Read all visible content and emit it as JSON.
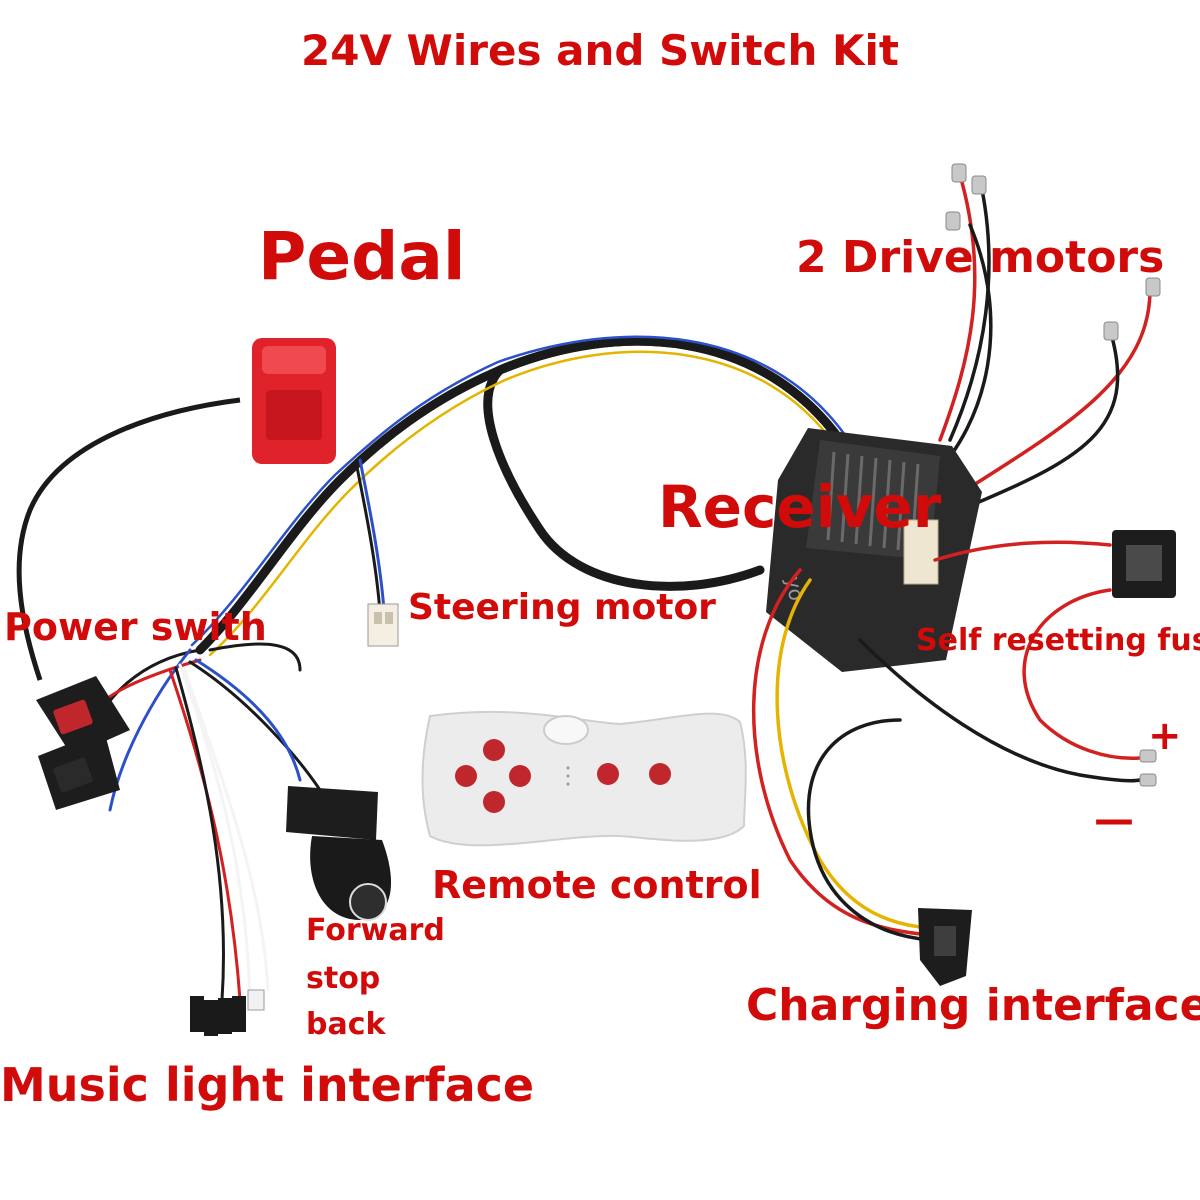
{
  "title": "24V Wires and Switch Kit",
  "labels": {
    "pedal": "Pedal",
    "drive_motors": "2 Drive motors",
    "receiver": "Receiver",
    "steering_motor": "Steering motor",
    "power_switch": "Power swith",
    "self_resetting_fuse": "Self resetting fuse",
    "plus": "+",
    "minus": "—",
    "remote_control": "Remote control",
    "gear_forward": "Forward",
    "gear_stop": "stop",
    "gear_back": "back",
    "charging_interface": "Charging interface",
    "music_light_interface": "Music light interface"
  },
  "receiver_brand_text": "yo",
  "colors": {
    "label": "#d10a0a",
    "pedal_body": "#e0232a",
    "receiver_body": "#2a2a2a",
    "remote_body": "#ececec",
    "remote_button": "#c0272d",
    "wire_black": "#1a1a1a",
    "wire_red": "#d32020",
    "wire_yellow": "#e5b400",
    "wire_blue": "#2c50c8",
    "wire_white": "#f4f4f4"
  }
}
